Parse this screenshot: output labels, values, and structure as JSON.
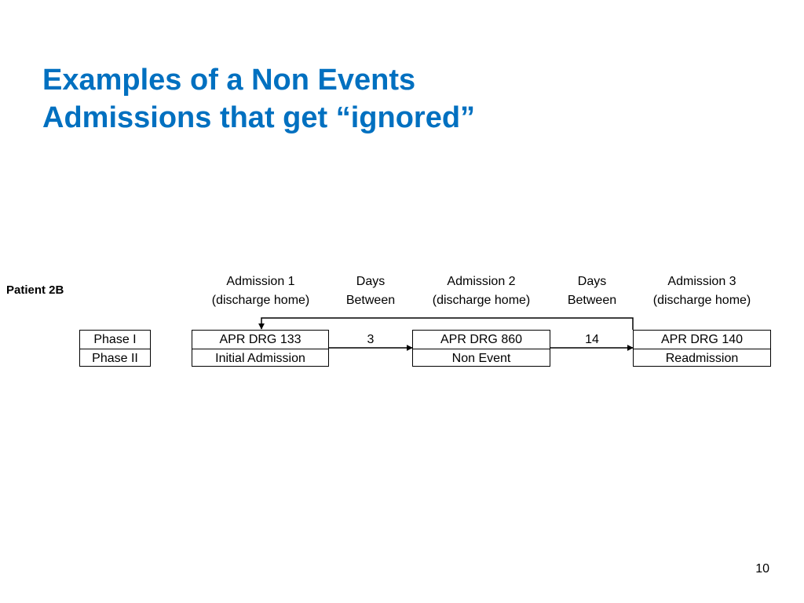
{
  "title": {
    "line1": "Examples of a Non Events",
    "line2": "Admissions that get “ignored”"
  },
  "patient_label": "Patient 2B",
  "headers": {
    "admission1": {
      "line1": "Admission 1",
      "line2": "(discharge home)"
    },
    "days1": {
      "line1": "Days",
      "line2": "Between"
    },
    "admission2": {
      "line1": "Admission 2",
      "line2": "(discharge home)"
    },
    "days2": {
      "line1": "Days",
      "line2": "Between"
    },
    "admission3": {
      "line1": "Admission 3",
      "line2": "(discharge home)"
    }
  },
  "phases": {
    "phase1": "Phase I",
    "phase2": "Phase II"
  },
  "admissions": [
    {
      "drg": "APR DRG 133",
      "status": "Initial Admission"
    },
    {
      "drg": "APR DRG 860",
      "status": "Non Event"
    },
    {
      "drg": "APR DRG 140",
      "status": "Readmission"
    }
  ],
  "days_between": {
    "first": "3",
    "second": "14"
  },
  "page_number": "10",
  "colors": {
    "title": "#0070C0",
    "lines": "#000000"
  }
}
